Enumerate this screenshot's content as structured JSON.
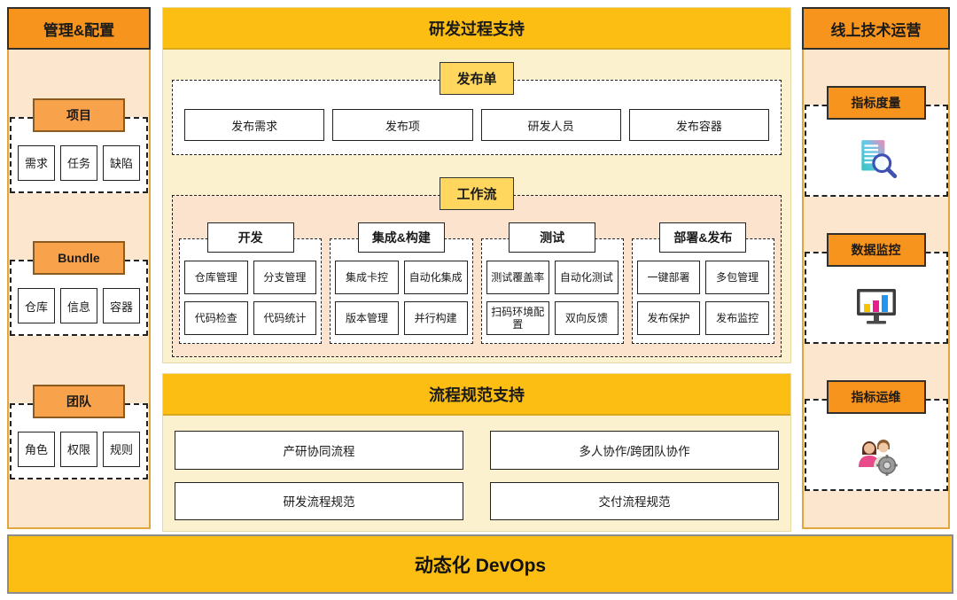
{
  "colors": {
    "orange_header": "#F7941E",
    "gold_header": "#FCBE13",
    "light_gold_tab": "#FFD75E",
    "orange_tab": "#F9A24C",
    "peach_bg": "#FCE6CD",
    "pale_yellow_bg": "#FCF1CF",
    "workflow_bg": "#FBE3CE"
  },
  "left_panel": {
    "title": "管理&配置",
    "groups": [
      {
        "label": "项目",
        "items": [
          "需求",
          "任务",
          "缺陷"
        ]
      },
      {
        "label": "Bundle",
        "items": [
          "仓库",
          "信息",
          "容器"
        ]
      },
      {
        "label": "团队",
        "items": [
          "角色",
          "权限",
          "规则"
        ]
      }
    ]
  },
  "center_top_panel": {
    "title": "研发过程支持",
    "release_group": {
      "label": "发布单",
      "items": [
        "发布需求",
        "发布项",
        "研发人员",
        "发布容器"
      ]
    },
    "workflow_group": {
      "label": "工作流",
      "stages": [
        {
          "label": "开发",
          "items": [
            "仓库管理",
            "分支管理",
            "代码检查",
            "代码统计"
          ]
        },
        {
          "label": "集成&构建",
          "items": [
            "集成卡控",
            "自动化集成",
            "版本管理",
            "并行构建"
          ]
        },
        {
          "label": "测试",
          "items": [
            "测试覆盖率",
            "自动化测试",
            "扫码环境配置",
            "双向反馈"
          ]
        },
        {
          "label": "部署&发布",
          "items": [
            "一键部署",
            "多包管理",
            "发布保护",
            "发布监控"
          ]
        }
      ]
    }
  },
  "center_bottom_panel": {
    "title": "流程规范支持",
    "items": [
      "产研协同流程",
      "多人协作/跨团队协作",
      "研发流程规范",
      "交付流程规范"
    ]
  },
  "right_panel": {
    "title": "线上技术运营",
    "groups": [
      {
        "label": "指标度量",
        "icon": "document-search-icon"
      },
      {
        "label": "数据监控",
        "icon": "monitor-chart-icon"
      },
      {
        "label": "指标运维",
        "icon": "team-gear-icon"
      }
    ]
  },
  "footer": {
    "title": "动态化 DevOps"
  }
}
